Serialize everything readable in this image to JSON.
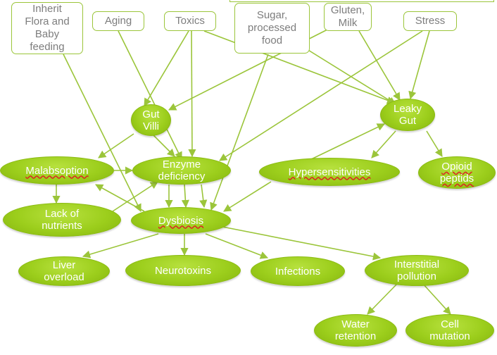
{
  "colors": {
    "edge": "#9bc53a",
    "oval_fill": "#9cce1c",
    "box_text": "#7d7d7d"
  },
  "causes": {
    "inherit_flora": "Inherit\nFlora and\nBaby\nfeeding",
    "aging": "Aging",
    "toxics": "Toxics",
    "sugar": "Sugar,\nprocessed\nfood",
    "gluten": "Gluten,\nMilk",
    "stress": "Stress"
  },
  "effects": {
    "gut_villi": "Gut\nVilli",
    "leaky_gut": "Leaky\nGut",
    "malabsorption": "Malabsoption",
    "enzyme": "Enzyme\ndeficiency",
    "hypersensitivities": "Hypersensitivities",
    "opioid": "Opioid\npeptids",
    "lack_nutrients": "Lack of\nnutrients",
    "dysbiosis": "Dysbiosis",
    "liver": "Liver\noverload",
    "neurotoxins": "Neurotoxins",
    "infections": "Infections",
    "interstitial": "Interstitial\npollution",
    "water": "Water\nretention",
    "cell": "Cell\nmutation"
  }
}
